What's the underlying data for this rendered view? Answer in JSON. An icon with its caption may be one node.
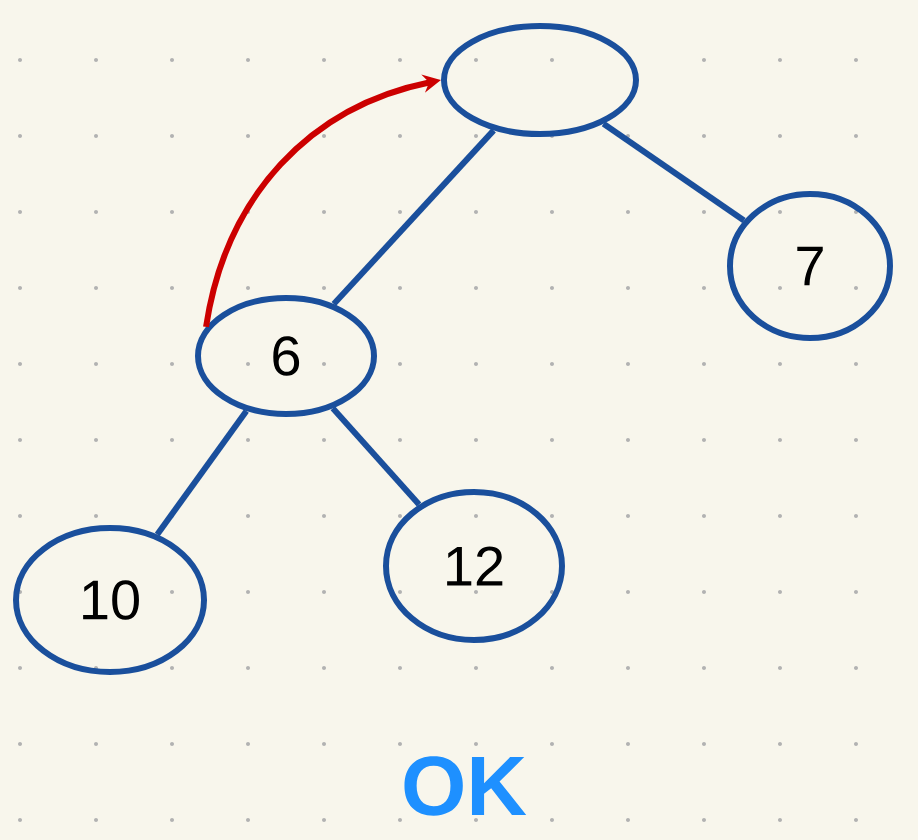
{
  "diagram": {
    "nodes": [
      {
        "text": [],
        "shape": "circle"
      },
      {
        "text": [
          "7"
        ]
      },
      {
        "text": [
          "6"
        ]
      },
      {
        "text": [
          "10"
        ]
      },
      {
        "text": [
          "12"
        ]
      }
    ],
    "edges": [
      {
        "from": 0,
        "to": 2,
        "arrow": "none"
      },
      {
        "from": 0,
        "to": 1,
        "arrow": "none"
      },
      {
        "from": 2,
        "to": 3,
        "arrow": "none"
      },
      {
        "from": 2,
        "to": 4,
        "arrow": "none"
      },
      {
        "from": 2,
        "to": 0,
        "arrow": "to",
        "color": "#cc0000"
      }
    ],
    "labels": [
      "OK"
    ]
  }
}
